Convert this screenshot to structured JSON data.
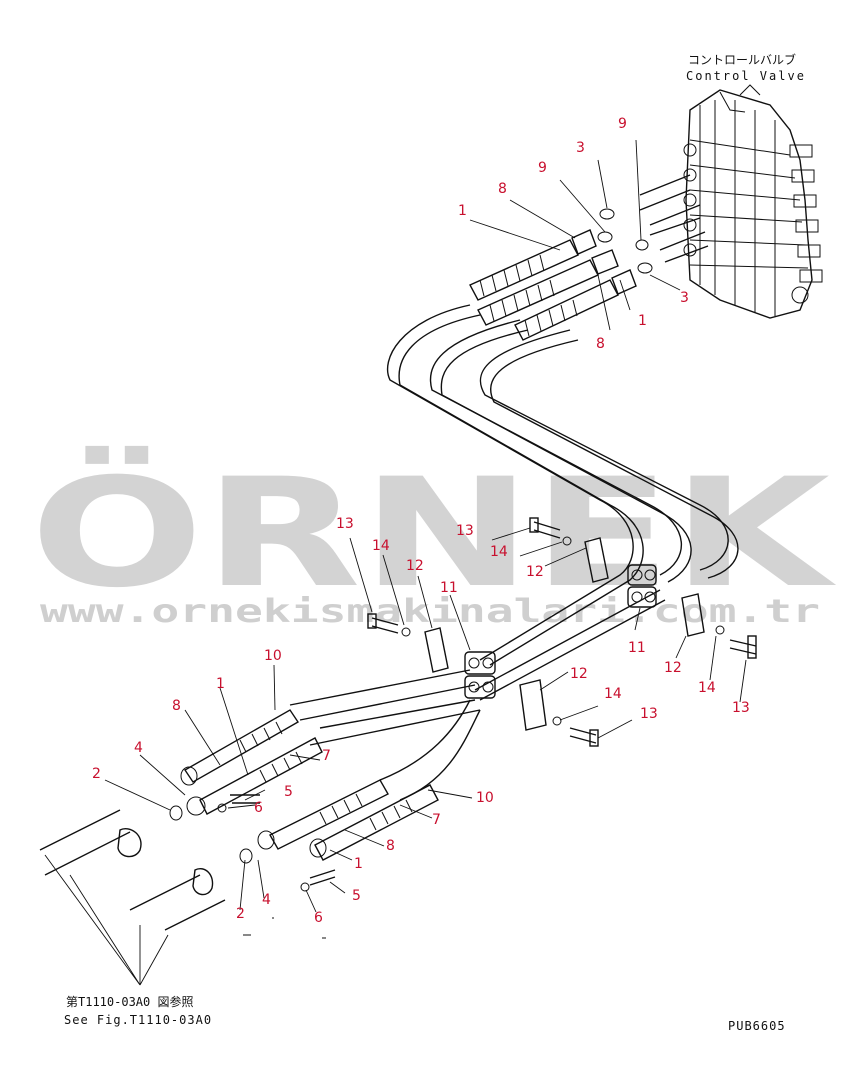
{
  "diagram": {
    "control_valve_jp": "コントロールバルブ",
    "control_valve_en": "Control Valve",
    "see_fig_jp": "第T1110-03A0 図参照",
    "see_fig_en": "See Fig.T1110-03A0",
    "drawing_code": "PUB6605",
    "callouts": [
      "1",
      "2",
      "3",
      "4",
      "5",
      "6",
      "7",
      "8",
      "9",
      "10",
      "11",
      "12",
      "13",
      "14"
    ]
  },
  "watermark": {
    "brand": "ÖRNEK",
    "url": "www.ornekismakinalari.com.tr",
    "accent_color": "#f2dc7a",
    "text_color": "#d3d3d3"
  }
}
